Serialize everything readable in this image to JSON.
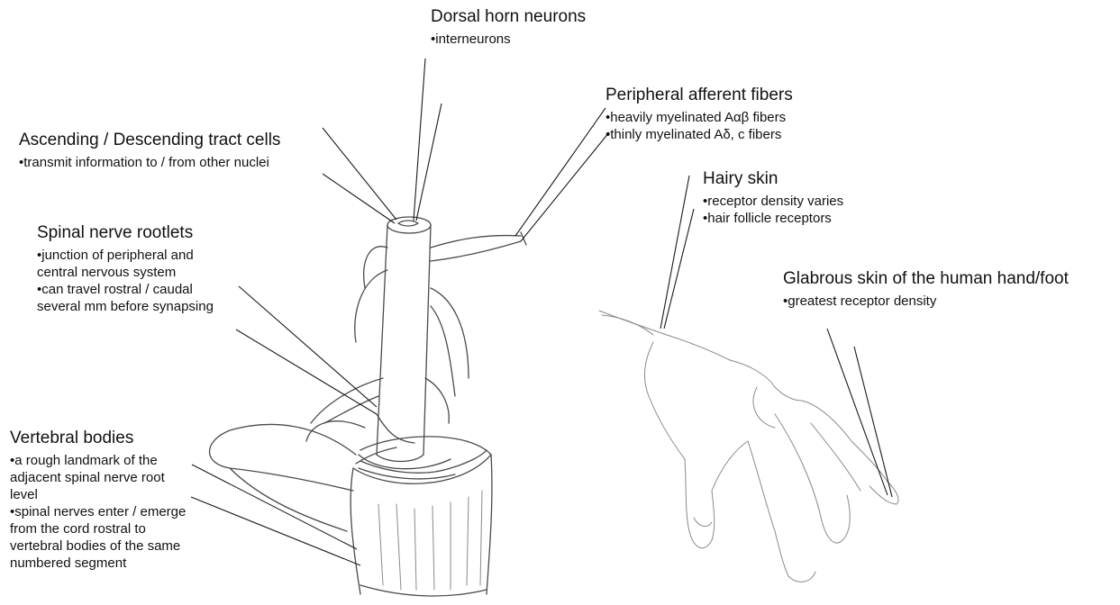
{
  "labels": {
    "dorsal_horn": {
      "title": "Dorsal horn neurons",
      "items": [
        "•interneurons"
      ]
    },
    "peripheral_afferent": {
      "title": "Peripheral afferent fibers",
      "items": [
        "•heavily myelinated Aαβ fibers",
        "•thinly myelinated Aδ, c fibers"
      ]
    },
    "ascending_descending": {
      "title": "Ascending / Descending tract cells",
      "items": [
        "•transmit information to / from other nuclei"
      ]
    },
    "hairy_skin": {
      "title": "Hairy skin",
      "items": [
        "•receptor density varies",
        "•hair follicle receptors"
      ]
    },
    "spinal_rootlets": {
      "title": "Spinal nerve rootlets",
      "items": [
        "•junction of peripheral and",
        "central nervous system",
        "•can travel rostral / caudal",
        "several mm before synapsing"
      ]
    },
    "glabrous_skin": {
      "title": "Glabrous skin of the human hand/foot",
      "items": [
        "•greatest receptor density"
      ]
    },
    "vertebral_bodies": {
      "title": "Vertebral bodies",
      "items": [
        "•a rough landmark of the",
        "adjacent spinal nerve root",
        "level",
        "•spinal nerves enter / emerge",
        "from the cord rostral to",
        "vertebral bodies of the same",
        "numbered segment"
      ]
    }
  }
}
